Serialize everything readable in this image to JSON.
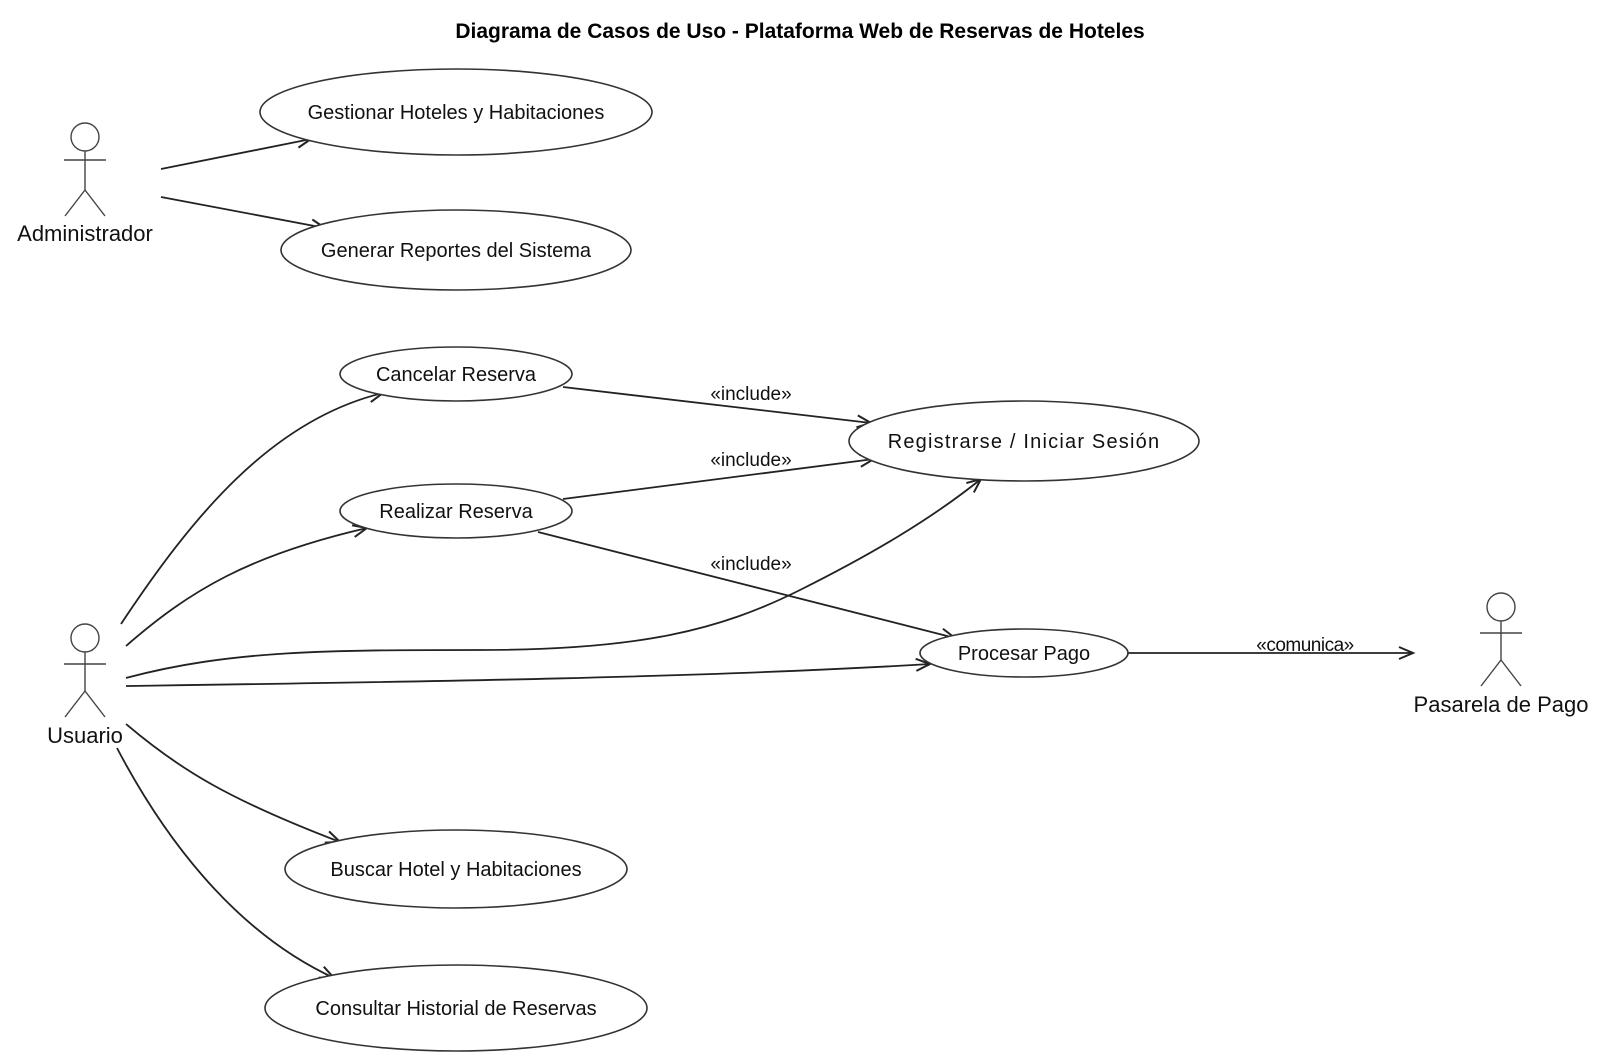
{
  "title": "Diagrama de Casos de Uso - Plataforma Web de Reservas de Hoteles",
  "actors": {
    "administrador": "Administrador",
    "usuario": "Usuario",
    "pasarela": "Pasarela de Pago"
  },
  "use_cases": {
    "gestionar": "Gestionar Hoteles y Habitaciones",
    "reportes": "Generar Reportes del Sistema",
    "cancelar": "Cancelar Reserva",
    "registrarse": "Registrarse / Iniciar Sesión",
    "realizar": "Realizar Reserva",
    "procesar": "Procesar Pago",
    "buscar": "Buscar Hotel y Habitaciones",
    "historial": "Consultar Historial de Reservas"
  },
  "relations": {
    "include_1": "«include»",
    "include_2": "«include»",
    "include_3": "«include»",
    "comunica": "«comunica»"
  },
  "colors": {
    "line": "#222222",
    "text": "#111111",
    "background": "#ffffff"
  }
}
